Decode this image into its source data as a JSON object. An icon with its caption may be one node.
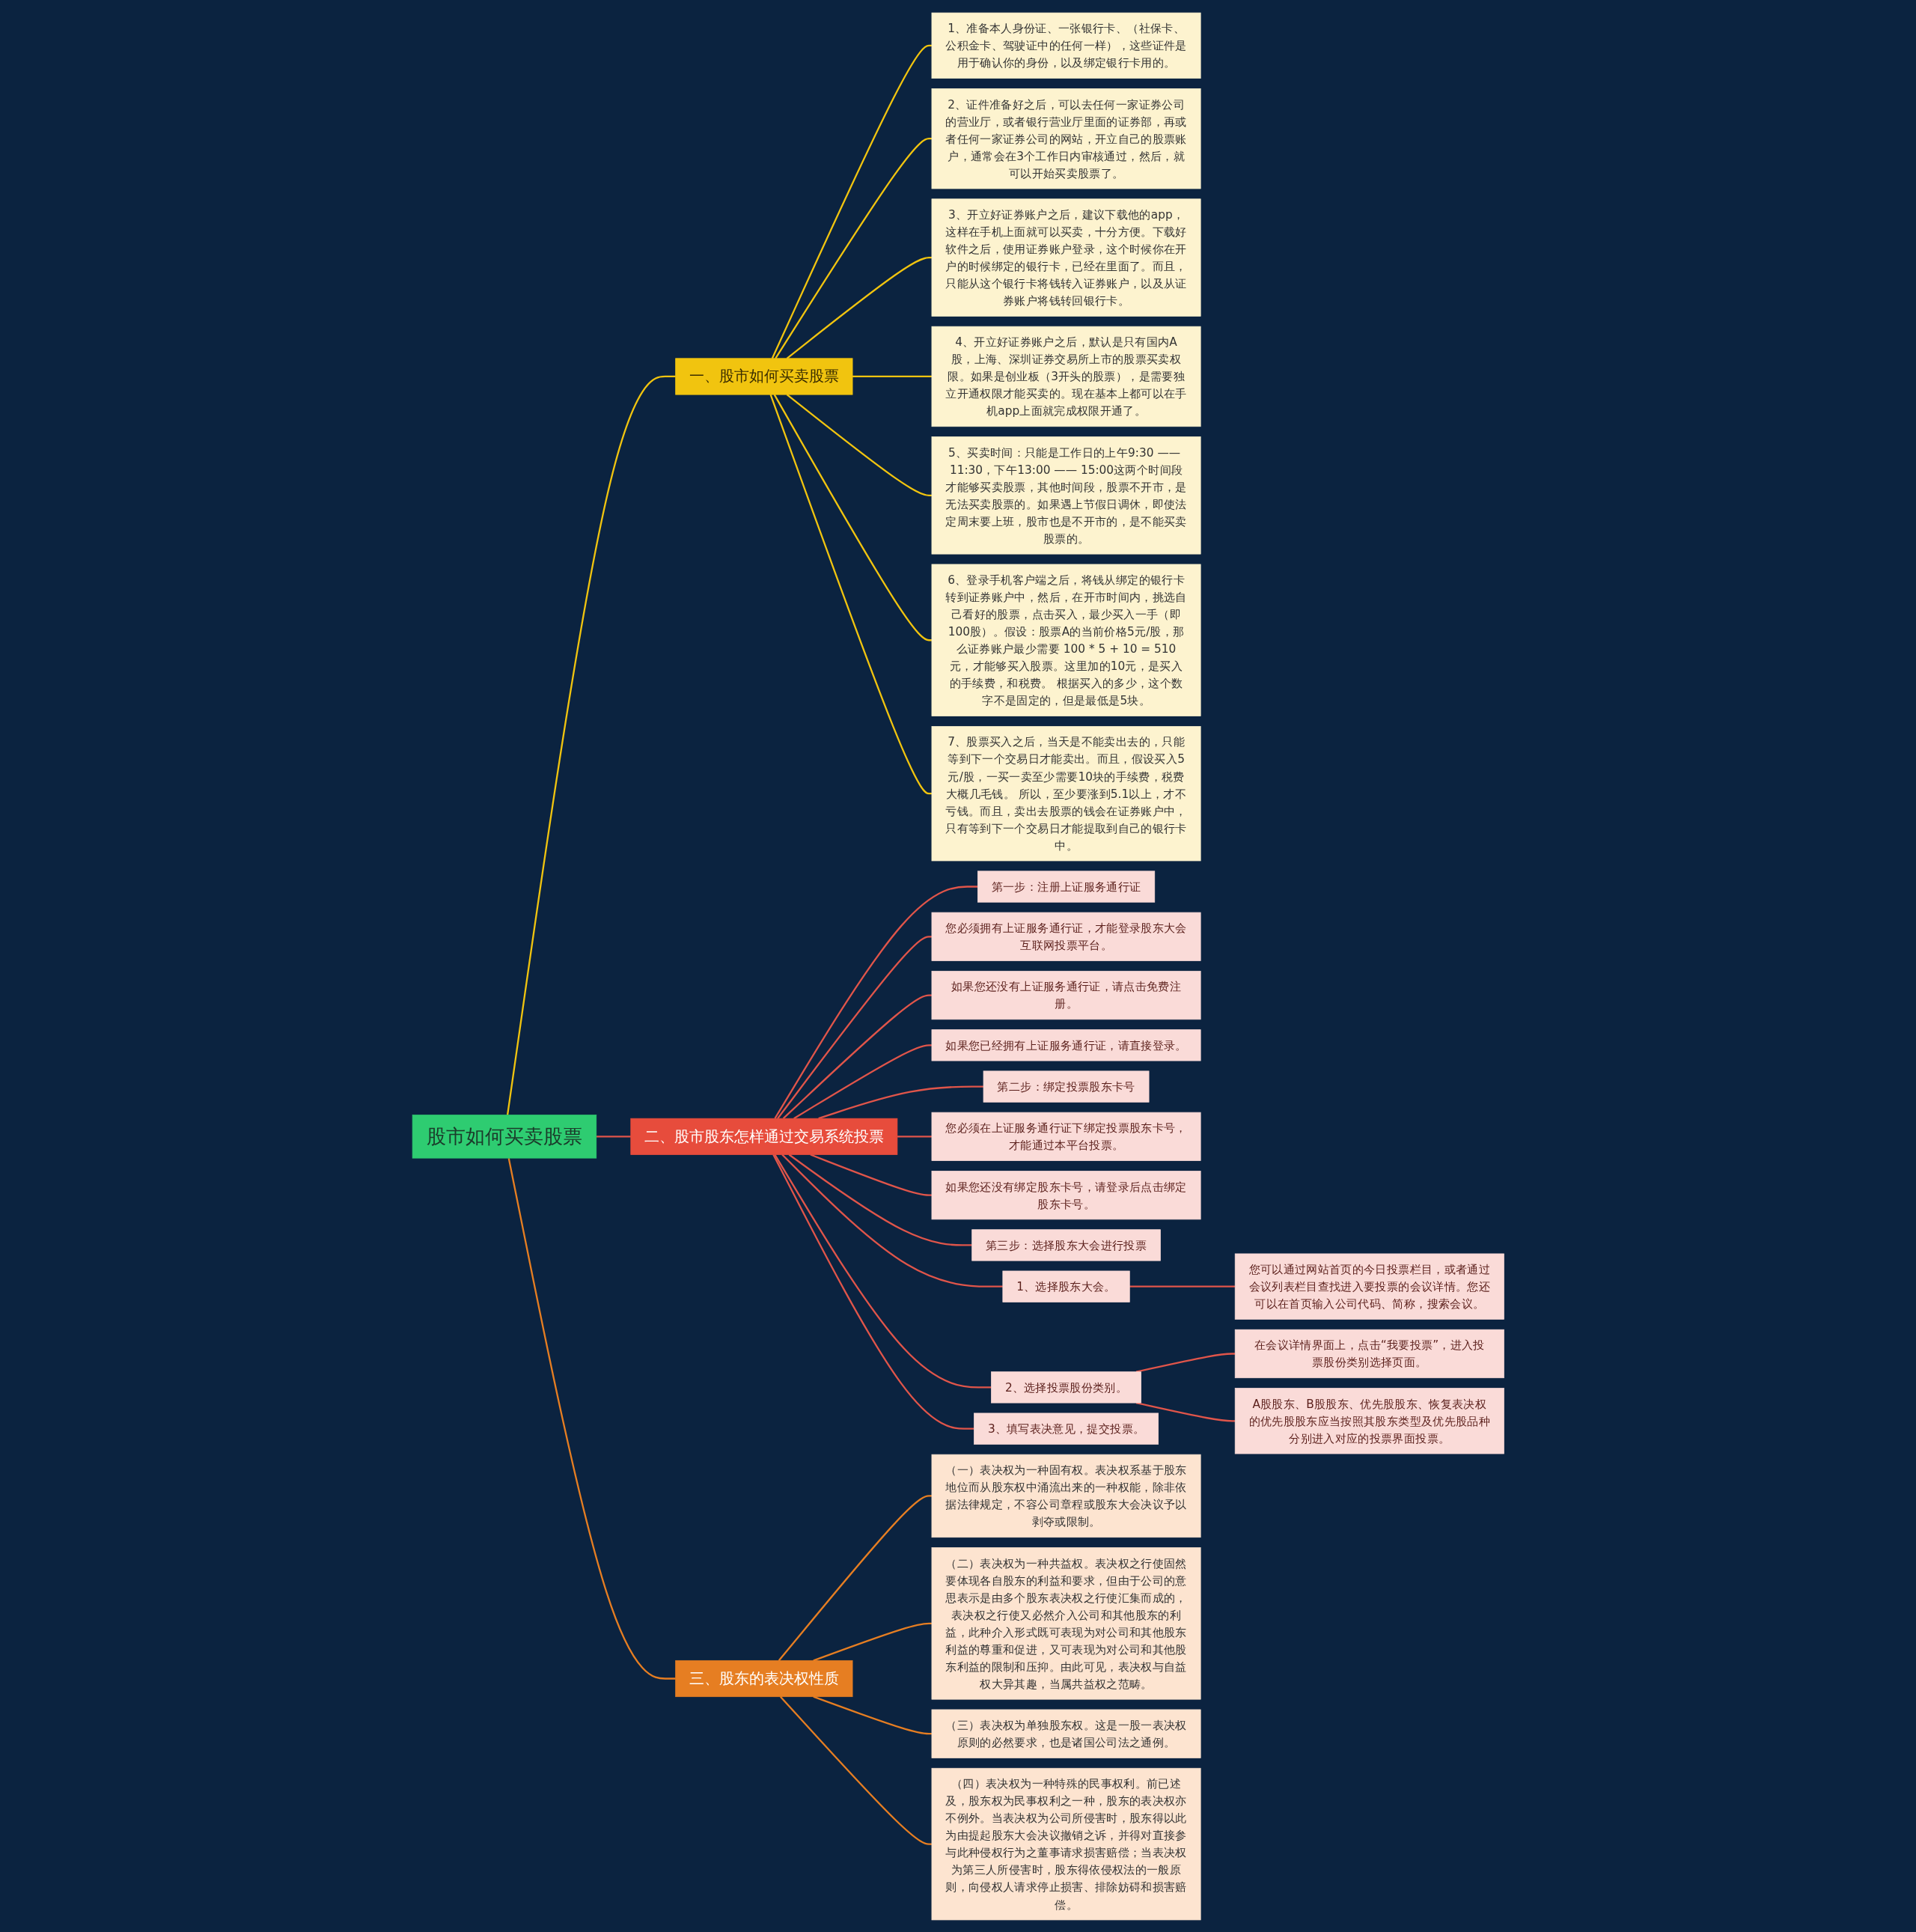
{
  "diagram": {
    "nodes": [
      {
        "text": [
          "股市如何买卖股票"
        ]
      },
      {
        "text": [
          "一、股市如何买卖股票"
        ]
      },
      {
        "text": [
          "1、准备本人身份证、一张银行卡、（社保卡、公积金卡、驾驶证中的任何一样），这些证件是用于确认你的身份，以及绑定银行卡用的。"
        ]
      },
      {
        "text": [
          "2、证件准备好之后，可以去任何一家证券公司的营业厅，或者银行营业厅里面的证券部，再或者任何一家证券公司的网站，开立自己的股票账户，通常会在3个工作日内审核通过，然后，就可以开始买卖股票了。"
        ]
      },
      {
        "text": [
          "3、开立好证券账户之后，建议下载他的app，这样在手机上面就可以买卖，十分方便。下载好软件之后，使用证券账户登录，这个时候你在开户的时候绑定的银行卡，已经在里面了。而且，只能从这个银行卡将钱转入证券账户，以及从证券账户将钱转回银行卡。"
        ]
      },
      {
        "text": [
          "4、开立好证券账户之后，默认是只有国内A股，上海、深圳证券交易所上市的股票买卖权限。如果是创业板（3开头的股票），是需要独立开通权限才能买卖的。现在基本上都可以在手机app上面就完成权限开通了。"
        ]
      },
      {
        "text": [
          "5、买卖时间：只能是工作日的上午9:30 —— 11:30，下午13:00 —— 15:00这两个时间段才能够买卖股票，其他时间段，股票不开市，是无法买卖股票的。如果遇上节假日调休，即使法定周末要上班，股市也是不开市的，是不能买卖股票的。"
        ]
      },
      {
        "text": [
          "6、登录手机客户端之后，将钱从绑定的银行卡转到证券账户中，然后，在开市时间内，挑选自己看好的股票，点击买入，最少买入一手（即100股）。假设：股票A的当前价格5元/股，那么证券账户最少需要 100 * 5 + 10 = 510元，才能够买入股票。这里加的10元，是买入的手续费，和税费。 根据买入的多少，这个数字不是固定的，但是最低是5块。"
        ]
      },
      {
        "text": [
          "7、股票买入之后，当天是不能卖出去的，只能等到下一个交易日才能卖出。而且，假设买入5元/股，一买一卖至少需要10块的手续费，税费大概几毛钱。 所以，至少要涨到5.1以上，才不亏钱。而且，卖出去股票的钱会在证券账户中，只有等到下一个交易日才能提取到自己的银行卡中。"
        ]
      },
      {
        "text": [
          "二、股市股东怎样通过交易系统投票"
        ]
      },
      {
        "text": [
          "第一步：注册上证服务通行证"
        ]
      },
      {
        "text": [
          "您必须拥有上证服务通行证，才能登录股东大会互联网投票平台。"
        ]
      },
      {
        "text": [
          "如果您还没有上证服务通行证，请点击免费注册。"
        ]
      },
      {
        "text": [
          "如果您已经拥有上证服务通行证，请直接登录。"
        ]
      },
      {
        "text": [
          "第二步：绑定投票股东卡号"
        ]
      },
      {
        "text": [
          "您必须在上证服务通行证下绑定投票股东卡号，才能通过本平台投票。"
        ]
      },
      {
        "text": [
          "如果您还没有绑定股东卡号，请登录后点击绑定股东卡号。"
        ]
      },
      {
        "text": [
          "第三步：选择股东大会进行投票"
        ]
      },
      {
        "text": [
          "1、选择股东大会。"
        ]
      },
      {
        "text": [
          "您可以通过网站首页的今日投票栏目，或者通过会议列表栏目查找进入要投票的会议详情。您还可以在首页输入公司代码、简称，搜索会议。"
        ]
      },
      {
        "text": [
          "2、选择投票股份类别。"
        ]
      },
      {
        "text": [
          "在会议详情界面上，点击“我要投票”，进入投票股份类别选择页面。"
        ]
      },
      {
        "text": [
          "A股股东、B股股东、优先股股东、恢复表决权的优先股股东应当按照其股东类型及优先股品种分别进入对应的投票界面投票。"
        ]
      },
      {
        "text": [
          "3、填写表决意见，提交投票。"
        ]
      },
      {
        "text": [
          "三、股东的表决权性质"
        ]
      },
      {
        "text": [
          "（一）表决权为一种固有权。表决权系基于股东地位而从股东权中涌流出来的一种权能，除非依据法律规定，不容公司章程或股东大会决议予以剥夺或限制。"
        ]
      },
      {
        "text": [
          "（二）表决权为一种共益权。表决权之行使固然要体现各自股东的利益和要求，但由于公司的意思表示是由多个股东表决权之行使汇集而成的，表决权之行使又必然介入公司和其他股东的利益，此种介入形式既可表现为对公司和其他股东利益的尊重和促进，又可表现为对公司和其他股东利益的限制和压抑。由此可见，表决权与自益权大异其趣，当属共益权之范畴。"
        ]
      },
      {
        "text": [
          "（三）表决权为单独股东权。这是一股一表决权原则的必然要求，也是诸国公司法之通例。"
        ]
      },
      {
        "text": [
          "（四）表决权为一种特殊的民事权利。前已述及，股东权为民事权利之一种，股东的表决权亦不例外。当表决权为公司所侵害时，股东得以此为由提起股东大会决议撤销之诉，并得对直接参与此种侵权行为之董事请求损害赔偿；当表决权为第三人所侵害时，股东得依侵权法的一般原则，向侵权人请求停止损害、排除妨碍和损害赔偿。"
        ]
      }
    ],
    "edges": [
      {
        "from": 0,
        "to": 1,
        "arrow": "none",
        "color": "#f1c40f"
      },
      {
        "from": 1,
        "to": 2,
        "arrow": "none",
        "color": "#f1c40f"
      },
      {
        "from": 1,
        "to": 3,
        "arrow": "none",
        "color": "#f1c40f"
      },
      {
        "from": 1,
        "to": 4,
        "arrow": "none",
        "color": "#f1c40f"
      },
      {
        "from": 1,
        "to": 5,
        "arrow": "none",
        "color": "#f1c40f"
      },
      {
        "from": 1,
        "to": 6,
        "arrow": "none",
        "color": "#f1c40f"
      },
      {
        "from": 1,
        "to": 7,
        "arrow": "none",
        "color": "#f1c40f"
      },
      {
        "from": 1,
        "to": 8,
        "arrow": "none",
        "color": "#f1c40f"
      },
      {
        "from": 0,
        "to": 9,
        "arrow": "none"
      },
      {
        "from": 9,
        "to": 10,
        "arrow": "none"
      },
      {
        "from": 9,
        "to": 11,
        "arrow": "none"
      },
      {
        "from": 9,
        "to": 12,
        "arrow": "none"
      },
      {
        "from": 9,
        "to": 13,
        "arrow": "none"
      },
      {
        "from": 9,
        "to": 14,
        "arrow": "none"
      },
      {
        "from": 9,
        "to": 15,
        "arrow": "none"
      },
      {
        "from": 9,
        "to": 16,
        "arrow": "none"
      },
      {
        "from": 9,
        "to": 17,
        "arrow": "none"
      },
      {
        "from": 9,
        "to": 18,
        "arrow": "none"
      },
      {
        "from": 18,
        "to": 19,
        "arrow": "none"
      },
      {
        "from": 9,
        "to": 20,
        "arrow": "none"
      },
      {
        "from": 20,
        "to": 21,
        "arrow": "none"
      },
      {
        "from": 20,
        "to": 22,
        "arrow": "none"
      },
      {
        "from": 9,
        "to": 23,
        "arrow": "none"
      },
      {
        "from": 0,
        "to": 24,
        "arrow": "none",
        "color": "#e67e22"
      },
      {
        "from": 24,
        "to": 25,
        "arrow": "none",
        "color": "#e67e22"
      },
      {
        "from": 24,
        "to": 26,
        "arrow": "none",
        "color": "#e67e22"
      },
      {
        "from": 24,
        "to": 27,
        "arrow": "none",
        "color": "#e67e22"
      },
      {
        "from": 24,
        "to": 28,
        "arrow": "none",
        "color": "#e67e22"
      }
    ]
  }
}
